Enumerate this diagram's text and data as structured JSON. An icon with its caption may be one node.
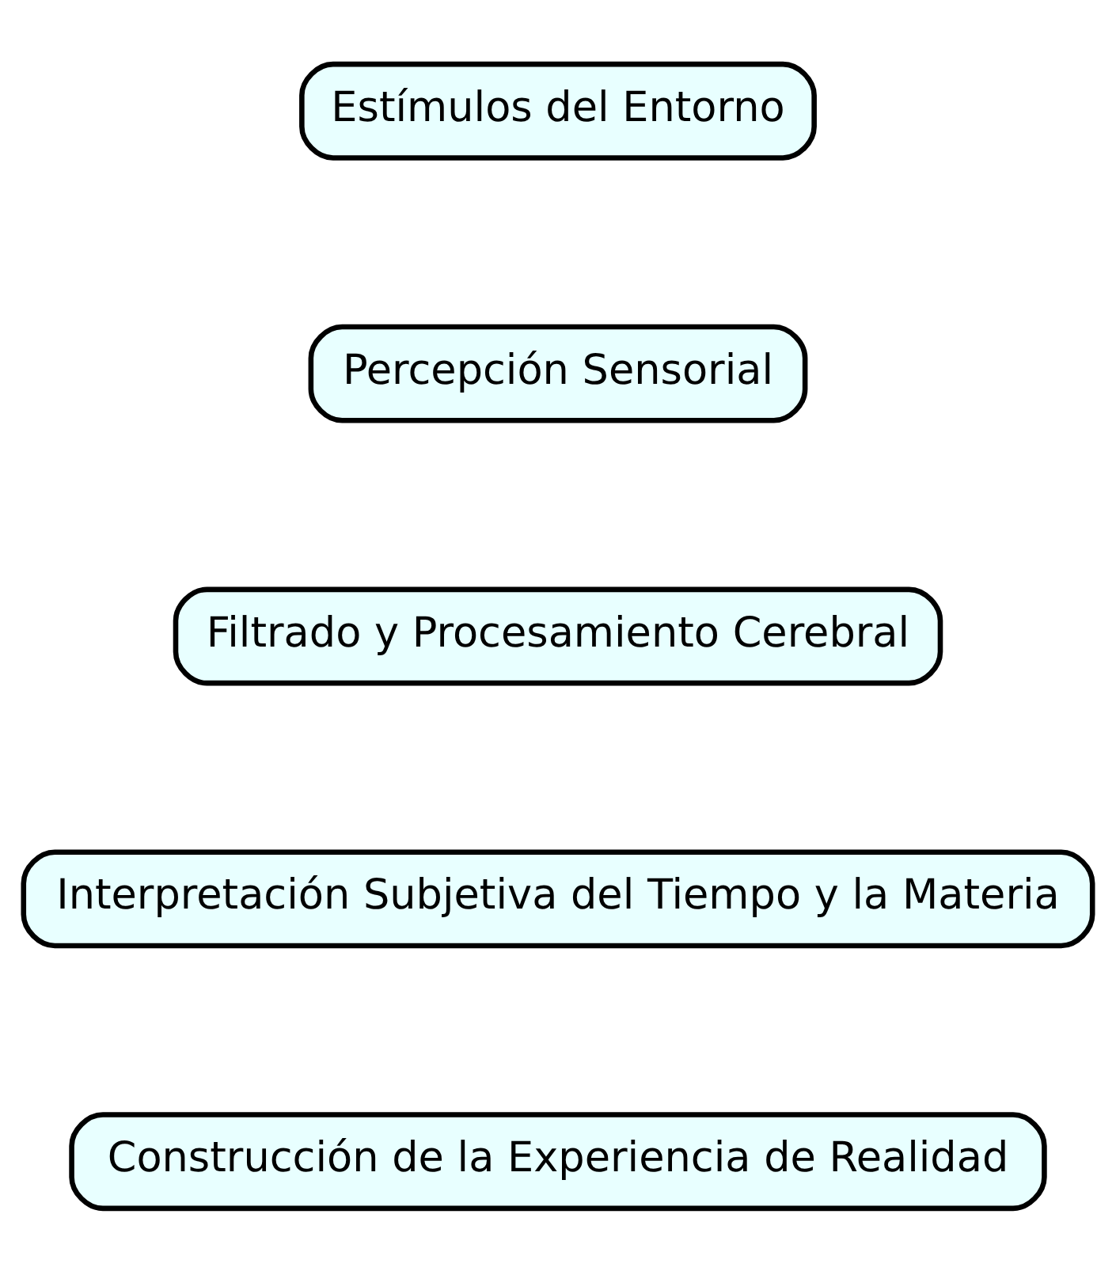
{
  "diagram": {
    "nodes": [
      {
        "text": [
          "Estímulos del Entorno"
        ]
      },
      {
        "text": [
          "Percepción Sensorial"
        ]
      },
      {
        "text": [
          "Filtrado y Procesamiento Cerebral"
        ]
      },
      {
        "text": [
          "Interpretación Subjetiva del Tiempo y la Materia"
        ]
      },
      {
        "text": [
          "Construcción de la Experiencia de Realidad"
        ]
      }
    ]
  }
}
